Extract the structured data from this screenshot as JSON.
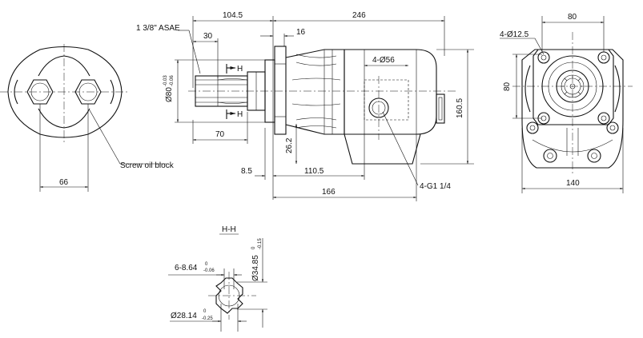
{
  "dimensions": {
    "overall_length_front": "104.5",
    "overall_length_body": "246",
    "flange_width": "80",
    "bolt_holes": "4-Ø12.5",
    "thread_spec": "1 3/8\" ASAE",
    "spline_length": "30",
    "flange_thickness": "16",
    "pilot_diameter": "Ø80",
    "pilot_diameter_tol_upper": "-0.03",
    "pilot_diameter_tol_lower": "-0.06",
    "section_marker_top": "H",
    "section_marker_bottom": "H",
    "port_diameter": "4-Ø56",
    "height": "160.5",
    "bolt_spacing_vertical": "80",
    "shaft_length": "70",
    "shaft_offset": "26.2",
    "pilot_depth": "8.5",
    "port_position": "110.5",
    "body_length": "166",
    "port_thread": "4-G1 1/4",
    "left_width": "66",
    "right_width": "140"
  },
  "labels": {
    "screw_block": "Screw oil block"
  },
  "section": {
    "title": "H-H",
    "key_width": "6-8.64",
    "key_width_tol_upper": "0",
    "key_width_tol_lower": "-0.06",
    "outer_diameter": "Ø34.85",
    "outer_diameter_tol_upper": "0",
    "outer_diameter_tol_lower": "-0.15",
    "root_diameter": "Ø28.14",
    "root_diameter_tol_upper": "0",
    "root_diameter_tol_lower": "-0.25"
  }
}
